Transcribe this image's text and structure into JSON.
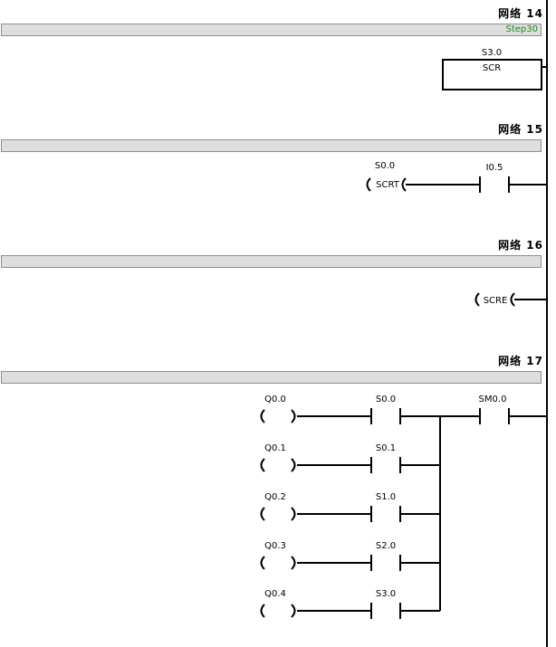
{
  "networks": [
    {
      "title": "网络 14",
      "comment": "Step30"
    },
    {
      "title": "网络 15",
      "comment": ""
    },
    {
      "title": "网络 16",
      "comment": ""
    },
    {
      "title": "网络 17",
      "comment": ""
    }
  ],
  "network14": {
    "box_address": "S3.0",
    "box_label": "SCR"
  },
  "network15": {
    "contact_address": "I0.5",
    "coil_address": "S0.0",
    "coil_label": "SCRT"
  },
  "network16": {
    "coil_label": "SCRE"
  },
  "network17": {
    "main_contact": "SM0.0",
    "branches": [
      {
        "contact": "S0.0",
        "coil": "Q0.0"
      },
      {
        "contact": "S0.1",
        "coil": "Q0.1"
      },
      {
        "contact": "S1.0",
        "coil": "Q0.2"
      },
      {
        "contact": "S2.0",
        "coil": "Q0.3"
      },
      {
        "contact": "S3.0",
        "coil": "Q0.4"
      }
    ]
  }
}
